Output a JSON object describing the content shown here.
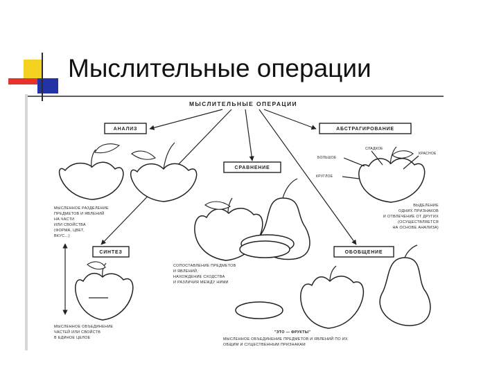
{
  "slide": {
    "title": "Мыслительные операции",
    "accent_colors": {
      "yellow": "#f5d21f",
      "red": "#e5322d",
      "blue": "#2333a6"
    }
  },
  "diagram": {
    "heading": "МЫСЛИТЕЛЬНЫЕ ОПЕРАЦИИ",
    "boxes": {
      "analysis": "АНАЛИЗ",
      "abstraction": "АБСТРАГИРОВАНИЕ",
      "comparison": "СРАВНЕНИЕ",
      "synthesis": "СИНТЕЗ",
      "generalization": "ОБОБЩЕНИЕ"
    },
    "notes": {
      "analysis": [
        "МЫСЛЕННОЕ РАЗДЕЛЕНИЕ",
        "ПРЕДМЕТОВ И ЯВЛЕНИЙ",
        "НА ЧАСТИ",
        "ИЛИ СВОЙСТВА",
        "(ФОРМА, ЦВЕТ,",
        "ВКУС...)"
      ],
      "abstraction": [
        "ВЫДЕЛЕНИЕ",
        "ОДНИХ ПРИЗНАКОВ",
        "И ОТВЛЕЧЕНИЕ ОТ ДРУГИХ",
        "(ОСУЩЕСТВЛЯЕТСЯ",
        "НА ОСНОВЕ АНАЛИЗА)"
      ],
      "comparison": [
        "СОПОСТАВЛЕНИЕ ПРЕДМЕТОВ",
        "И ЯВЛЕНИЙ,",
        "НАХОЖДЕНИЕ СХОДСТВА",
        "И РАЗЛИЧИЯ МЕЖДУ НИМИ"
      ],
      "synthesis": [
        "МЫСЛЕННОЕ ОБЪЕДИНЕНИЕ",
        "ЧАСТЕЙ ИЛИ СВОЙСТВ",
        "В ЕДИНОЕ ЦЕЛОЕ"
      ],
      "generalization": [
        "МЫСЛЕННОЕ ОБЪЕДИНЕНИЕ ПРЕДМЕТОВ И ЯВЛЕНИЙ ПО ИХ",
        "ОБЩИМ И СУЩЕСТВЕННЫМ ПРИЗНАКАМ"
      ],
      "quote": "\"ЭТО — ФРУКТЫ\""
    },
    "apple_labels": {
      "sweet": "СЛАДКОЕ",
      "red": "КРАСНОЕ",
      "round": "КРУГЛОЕ",
      "big": "БОЛЬШОЕ"
    }
  }
}
